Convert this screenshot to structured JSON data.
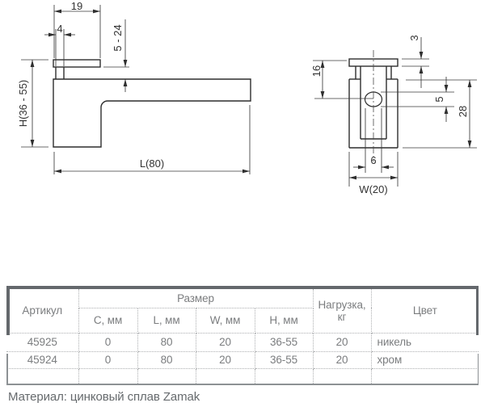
{
  "drawing": {
    "side_view": {
      "top_width": "19",
      "pin_width": "4",
      "clamp_range": "5 - 24",
      "height": "H(36 - 55)",
      "length": "L(80)"
    },
    "front_view": {
      "flange_thickness": "3",
      "top_to_hole": "16",
      "hole_height": "5",
      "body_height": "28",
      "hole_width": "6",
      "width": "W(20)"
    }
  },
  "table": {
    "headers": {
      "article": "Артикул",
      "size": "Размер",
      "size_c": "C, мм",
      "size_l": "L, мм",
      "size_w": "W, мм",
      "size_h": "H, мм",
      "load_line1": "Нагрузка,",
      "load_line2": "кг",
      "color": "Цвет"
    },
    "rows": [
      {
        "article": "45925",
        "c": "0",
        "l": "80",
        "w": "20",
        "h": "36-55",
        "load": "20",
        "color": "никель"
      },
      {
        "article": "45924",
        "c": "0",
        "l": "80",
        "w": "20",
        "h": "36-55",
        "load": "20",
        "color": "хром"
      }
    ]
  },
  "footer": {
    "material": "Материал: цинковый сплав Zamak"
  }
}
